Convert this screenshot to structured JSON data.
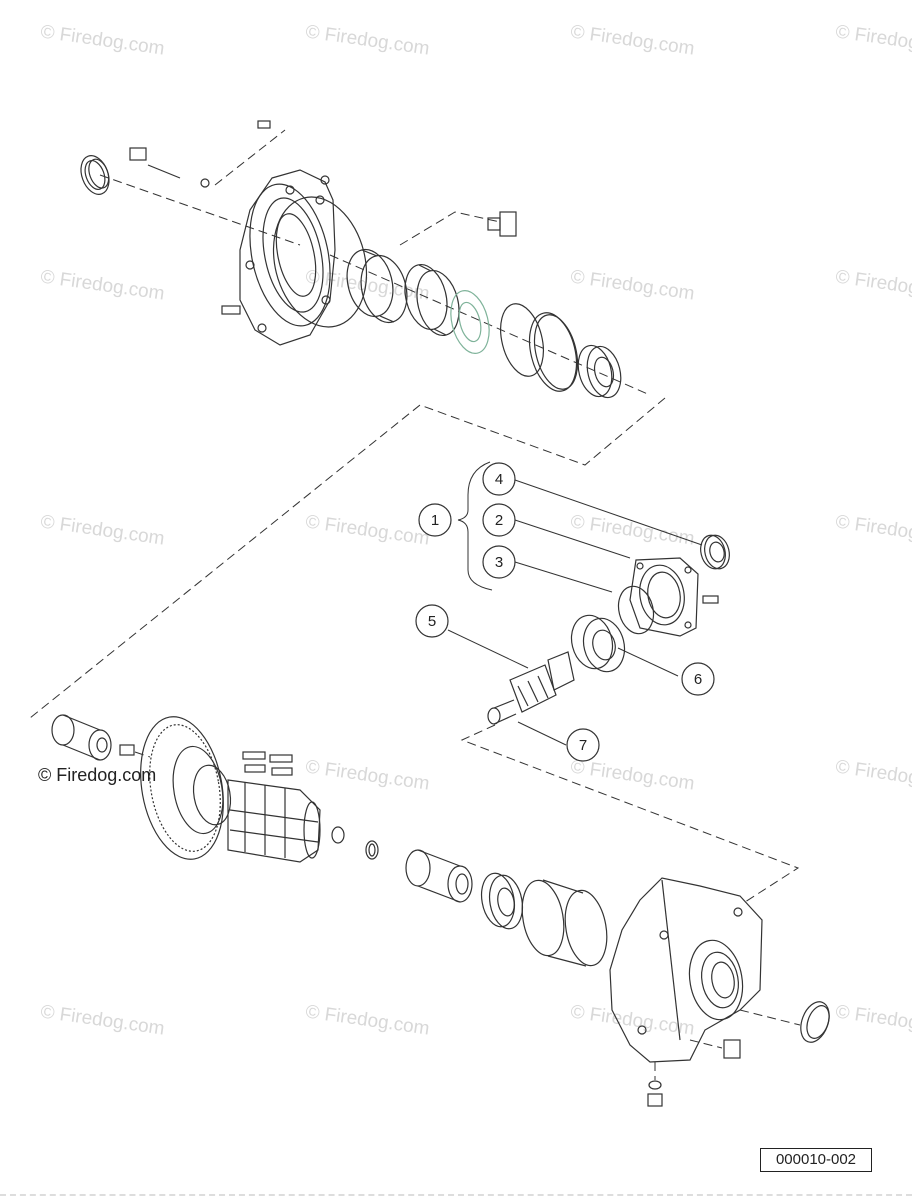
{
  "watermarks": [
    "© Firedog.com",
    "© Firedog.com",
    "© Firedog.com",
    "© Firedog.com",
    "© Firedog.com",
    "© Firedog.com",
    "© Firedog.com",
    "© Firedog.com",
    "© Firedog.com",
    "© Firedog.com",
    "© Firedog.com",
    "© Firedog.com",
    "© Firedog.com",
    "© Firedog.com",
    "© Firedog.com",
    "© Firedog.com",
    "© Firedog.com",
    "© Firedog.com",
    "© Firedog.com"
  ],
  "copyright": "© Firedog.com",
  "callouts": [
    "1",
    "2",
    "3",
    "4",
    "5",
    "6",
    "7"
  ],
  "reference_code": "000010-002",
  "colors": {
    "line": "#333333",
    "watermark": "#d8d8d8",
    "accent_ring": "#7fb39a"
  }
}
